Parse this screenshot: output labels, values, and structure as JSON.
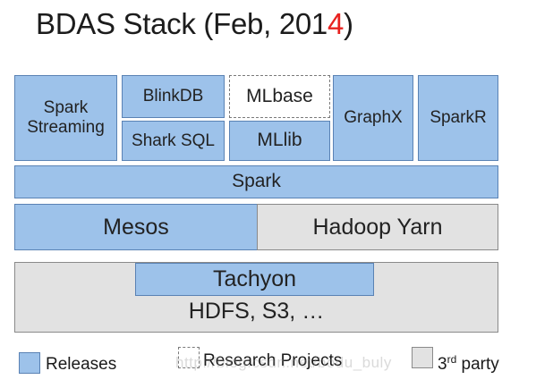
{
  "title": {
    "prefix": "BDAS Stack (Feb, 201",
    "accent": "4",
    "suffix": ")",
    "accent_color": "#e8211f"
  },
  "boxes": {
    "spark_streaming": [
      "Spark",
      "Streaming"
    ],
    "blinkdb": "BlinkDB",
    "shark_sql": "Shark SQL",
    "mlbase": "MLbase",
    "mllib": "MLlib",
    "graphx": "GraphX",
    "sparkr": "SparkR",
    "spark": "Spark",
    "mesos": "Mesos",
    "hadoop_yarn": "Hadoop Yarn",
    "tachyon": "Tachyon",
    "storage": "HDFS, S3, …"
  },
  "legend": {
    "releases": "Releases",
    "research": "Research Projects",
    "third_party_prefix": "3",
    "third_party_sup": "rd",
    "third_party_suffix": " party"
  },
  "watermark": "http://blog.csdn.net/bodu_buly",
  "colors": {
    "release_fill": "#9dc2ea",
    "release_border": "#5a82b4",
    "third_party_fill": "#e2e2e2",
    "third_party_border": "#8a8a8a"
  }
}
